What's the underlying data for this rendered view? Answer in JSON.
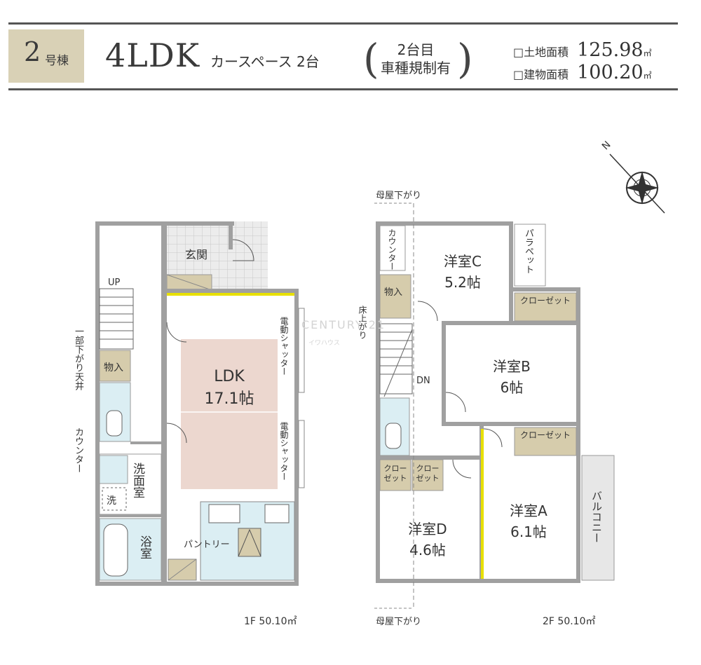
{
  "header": {
    "building_number": "2",
    "building_suffix": "号棟",
    "layout_type": "4LDK",
    "carspace": "カースペース 2台",
    "parking_note_line1": "2台目",
    "parking_note_line2": "車種規制有",
    "land_area_label": "□土地面積",
    "land_area_value": "125.98",
    "land_area_unit": "㎡",
    "building_area_label": "□建物面積",
    "building_area_value": "100.20",
    "building_area_unit": "㎡"
  },
  "floor1": {
    "caption": "1F 50.10㎡",
    "rooms": {
      "entrance": "玄関",
      "ldk_name": "LDK",
      "ldk_size": "17.1帖",
      "storage": "物入",
      "washroom": "洗面室",
      "washer": "洗",
      "bath": "浴室",
      "pantry": "パントリー"
    },
    "labels": {
      "up": "UP",
      "ceiling_note": "一部下がり天井",
      "counter": "カウンター",
      "shutter_1": "電動シャッター",
      "shutter_2": "電動シャッター"
    }
  },
  "floor2": {
    "caption": "2F 50.10㎡",
    "rooms": {
      "room_c_name": "洋室C",
      "room_c_size": "5.2帖",
      "room_b_name": "洋室B",
      "room_b_size": "6帖",
      "room_a_name": "洋室A",
      "room_a_size": "6.1帖",
      "room_d_name": "洋室D",
      "room_d_size": "4.6帖",
      "closet_b": "クローゼット",
      "closet_a": "クローゼット",
      "closet_d1": "クローゼット",
      "closet_d2": "クローゼット",
      "storage": "物入",
      "balcony": "バルコニー",
      "parapet": "パラペット",
      "counter": "カウンター"
    },
    "labels": {
      "roof_top": "母屋下がり",
      "roof_bottom": "母屋下がり",
      "raised_floor": "床上がり",
      "dn": "DN"
    }
  },
  "watermark": {
    "brand": "CENTURY 21",
    "sub": "イワハウス"
  },
  "compass": {
    "direction": "N"
  },
  "colors": {
    "wall": "#a0a0a0",
    "ldk_floor": "#ecd7cf",
    "storage_fill": "#d6ccac",
    "wet_fill": "#dbeef3",
    "entrance_tile": "#e6e6e6",
    "balcony_fill": "#e7e7e7",
    "shutter_line": "#e8e000"
  }
}
